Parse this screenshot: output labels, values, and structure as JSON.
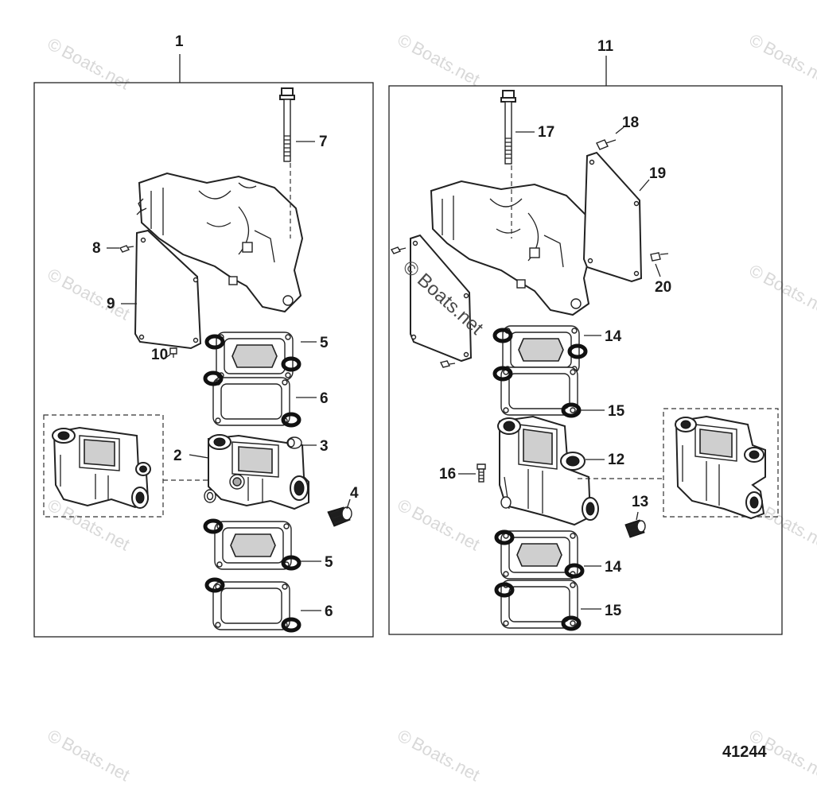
{
  "figure_number": "41244",
  "watermark": {
    "faint_text": "Boats.net",
    "faint_copyright": "©",
    "center_text": "© Boats.net"
  },
  "callouts": {
    "c1": "1",
    "c2": "2",
    "c3": "3",
    "c4": "4",
    "c5a": "5",
    "c5b": "5",
    "c6a": "6",
    "c6b": "6",
    "c7": "7",
    "c8": "8",
    "c9": "9",
    "c10": "10",
    "c11": "11",
    "c12": "12",
    "c13": "13",
    "c14a": "14",
    "c14b": "14",
    "c15a": "15",
    "c15b": "15",
    "c16": "16",
    "c17": "17",
    "c18": "18",
    "c19": "19",
    "c20": "20"
  }
}
